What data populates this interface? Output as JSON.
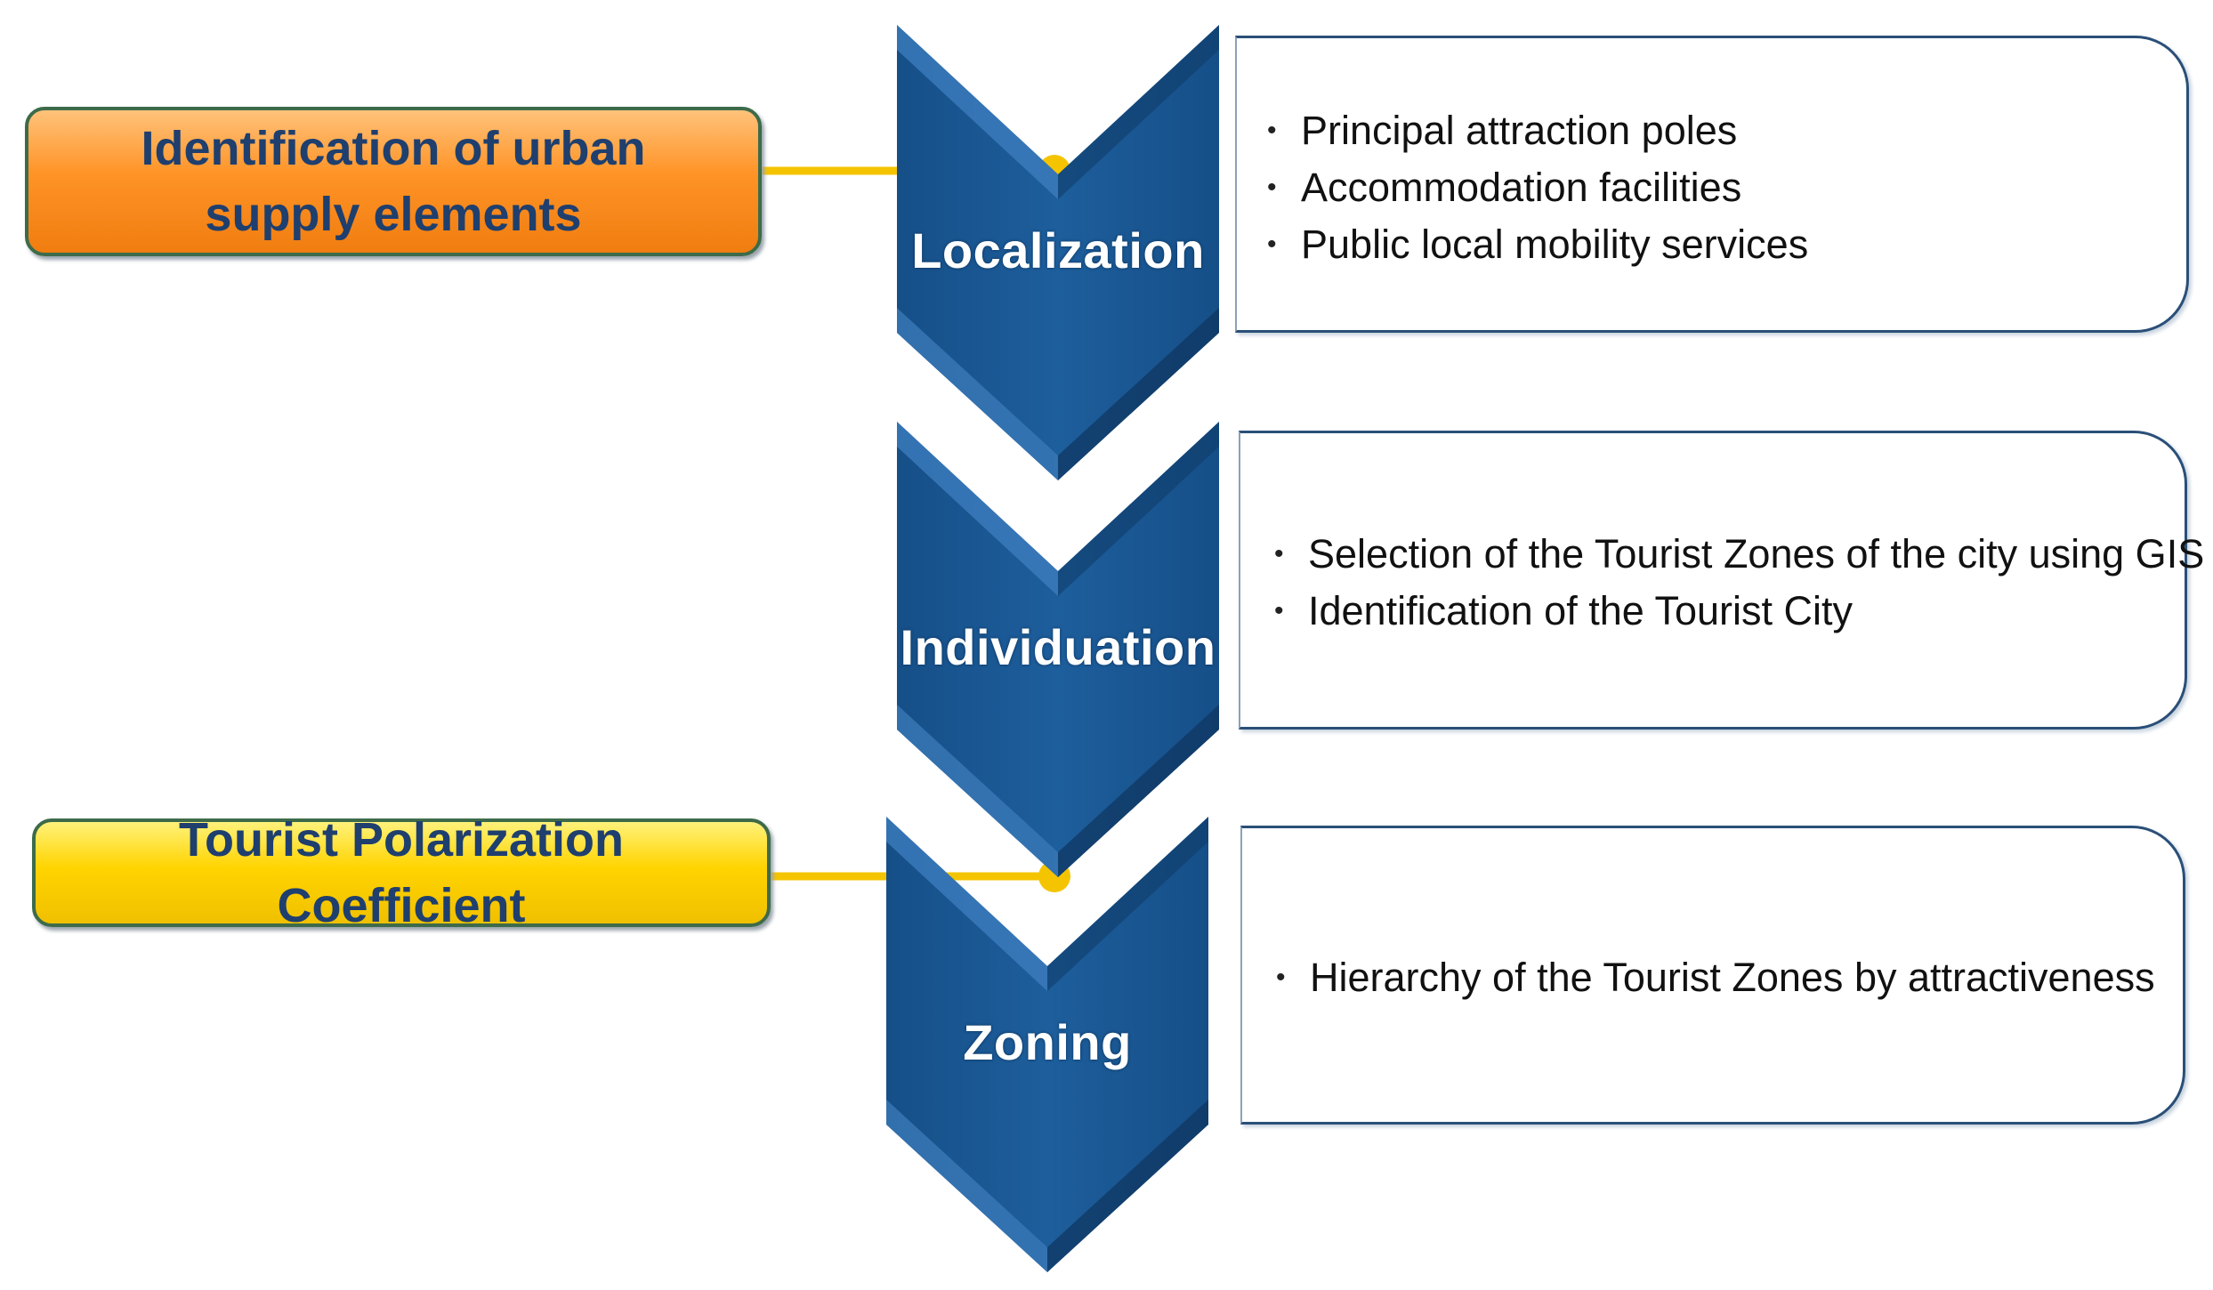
{
  "colors": {
    "chevron": "#1b5a96",
    "chevron_dark": "#123f6e",
    "chevron_light": "#3b7bbd",
    "connector": "#f5c400",
    "orange_tag": "#ff9326",
    "yellow_tag": "#ffd400",
    "tag_text": "#1f3f6e"
  },
  "steps": [
    {
      "label": "Localization",
      "items": [
        "Principal attraction poles",
        "Accommodation facilities",
        "Public local mobility services"
      ]
    },
    {
      "label": "Individuation",
      "items": [
        "Selection of the Tourist Zones of the city using GIS",
        "Identification of the Tourist City"
      ]
    },
    {
      "label": "Zoning",
      "items": [
        "Hierarchy of the Tourist Zones by attractiveness"
      ]
    }
  ],
  "tags": [
    {
      "text": "Identification of urban supply elements",
      "color": "orange",
      "step": "Localization"
    },
    {
      "text": "Tourist Polarization Coefficient",
      "color": "yellow",
      "step": "Zoning"
    }
  ]
}
